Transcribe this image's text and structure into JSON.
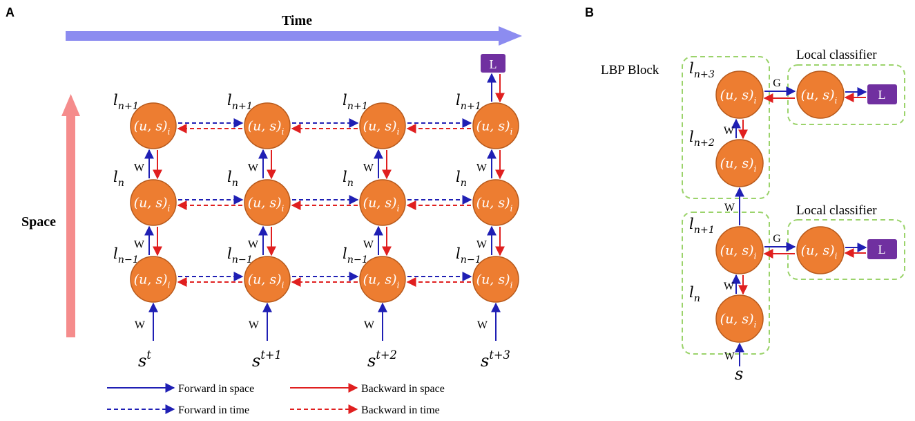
{
  "panels": {
    "a_letter": "A",
    "b_letter": "B"
  },
  "panel_a": {
    "time_label": "Time",
    "space_label": "Space",
    "node_label": "(u, s)",
    "node_sub": "i",
    "weight_label": "W",
    "loss_label": "L",
    "layers": [
      {
        "base": "l",
        "sub": "n+1"
      },
      {
        "base": "l",
        "sub": "n"
      },
      {
        "base": "l",
        "sub": "n−1"
      }
    ],
    "inputs": [
      {
        "base": "s",
        "sup": "t"
      },
      {
        "base": "s",
        "sup": "t+1"
      },
      {
        "base": "s",
        "sup": "t+2"
      },
      {
        "base": "s",
        "sup": "t+3"
      }
    ]
  },
  "legend": {
    "forward_space": "Forward in space",
    "backward_space": "Backward in space",
    "forward_time": "Forward in time",
    "backward_time": "Backward in time"
  },
  "panel_b": {
    "block_label": "LBP Block",
    "classifier_label_top": "Local classifier",
    "classifier_label_bottom": "Local classifier",
    "node_label": "(u, s)",
    "node_sub": "i",
    "weight_label": "W",
    "g_label": "G",
    "loss_label": "L",
    "input_label": "s",
    "layers": [
      {
        "base": "l",
        "sub": "n+3"
      },
      {
        "base": "l",
        "sub": "n+2"
      },
      {
        "base": "l",
        "sub": "n+1"
      },
      {
        "base": "l",
        "sub": "n"
      }
    ]
  },
  "colors": {
    "node_fill": "#ED7D31",
    "node_stroke": "#B85A1C",
    "loss_box": "#7030A0",
    "forward": "#1F1FB4",
    "backward": "#E01F1F",
    "time_arrow": "#8C8CF0",
    "space_arrow": "#F58C8C",
    "block_border": "#9BD36B"
  }
}
